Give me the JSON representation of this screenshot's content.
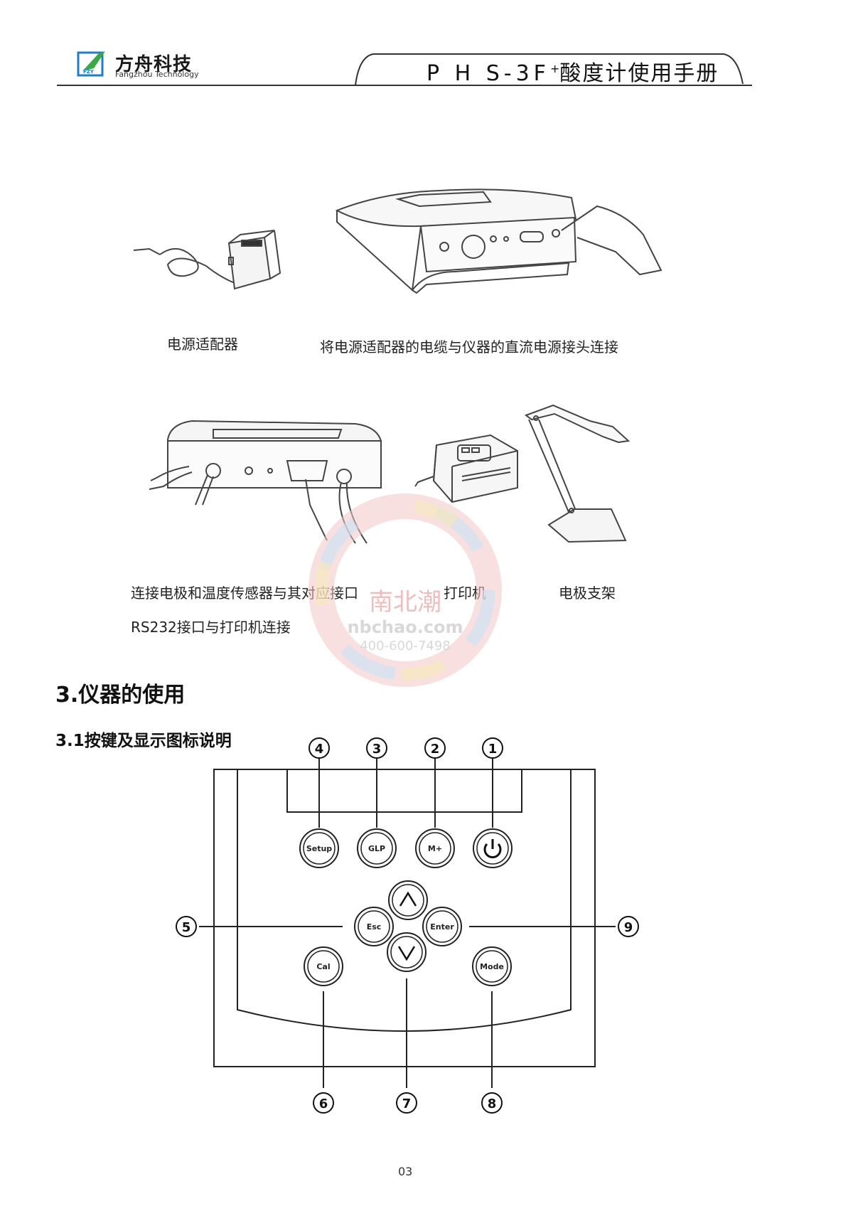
{
  "header": {
    "company_cn": "方舟科技",
    "company_en": "Fangzhou Technology",
    "logo_text": "FZY",
    "title_main": "P H S-3F",
    "title_sup": "+",
    "title_rest": "酸度计使用手册"
  },
  "captions": {
    "adapter": "电源适配器",
    "connect_power": "将电源适配器的电缆与仪器的直流电源接头连接",
    "connect_electrode": "连接电极和温度传感器与其对应接口",
    "connect_printer": "RS232接口与打印机连接",
    "printer": "打印机",
    "electrode_stand": "电极支架"
  },
  "watermark": {
    "cn": "南北潮",
    "domain": "nbchao.com",
    "phone": "400-600-7498"
  },
  "section": {
    "heading": "3.仪器的使用",
    "subheading": "3.1按键及显示图标说明"
  },
  "keypad": {
    "keys": {
      "setup": "Setup",
      "glp": "GLP",
      "mplus": "M+",
      "esc": "Esc",
      "enter": "Enter",
      "cal": "Cal",
      "mode": "Mode"
    },
    "callouts": [
      "1",
      "2",
      "3",
      "4",
      "5",
      "6",
      "7",
      "8",
      "9"
    ]
  },
  "page_number": "03"
}
